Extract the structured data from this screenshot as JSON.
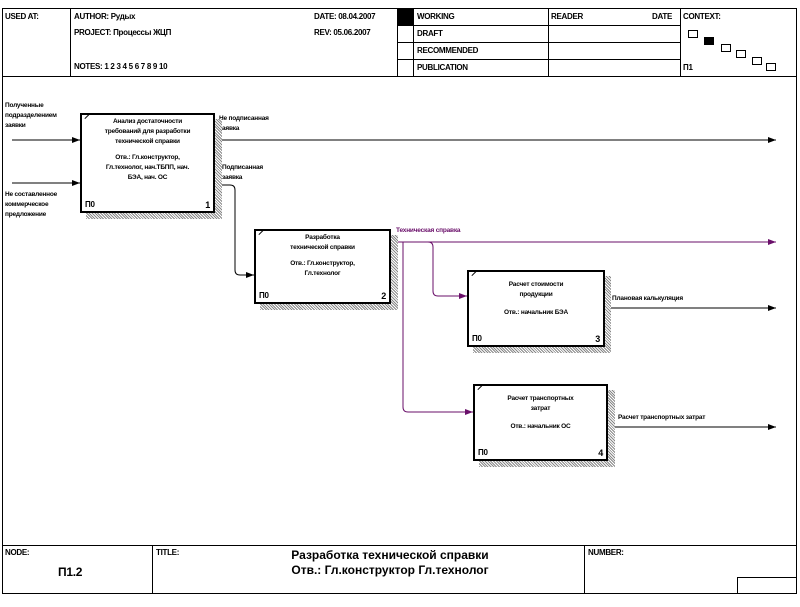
{
  "header": {
    "used_at": "USED AT:",
    "author": "AUTHOR:  Рудых",
    "project": "PROJECT:  Процессы ЖЦП",
    "notes": "NOTES:  1  2  3  4  5  6  7  8  9  10",
    "date": "DATE: 08.04.2007",
    "rev": "REV:  05.06.2007",
    "status": [
      "WORKING",
      "DRAFT",
      "RECOMMENDED",
      "PUBLICATION"
    ],
    "reader": "READER",
    "reader_date": "DATE",
    "context": "CONTEXT:",
    "context_node": "П1"
  },
  "boxes": [
    {
      "title": "Анализ достаточности требований для разработки технической справки",
      "resp": "Отв.: Гл.конструктор, Гл.технолог, нач.ТБПП, нач. БЭА, нач. ОС",
      "node": "П0",
      "num": "1"
    },
    {
      "title": "Разработка технической справки",
      "resp": "Отв.: Гл.конструктор, Гл.технолог",
      "node": "П0",
      "num": "2"
    },
    {
      "title": "Расчет стоимости продукции",
      "resp": "Отв.: начальник БЭА",
      "node": "П0",
      "num": "3"
    },
    {
      "title": "Расчет транспортных затрат",
      "resp": "Отв.: начальник ОС",
      "node": "П0",
      "num": "4"
    }
  ],
  "arrows": {
    "in1": "Полученные подразделением заявки",
    "in2": "Не составленное коммерческое предложение",
    "out_unsigned": "Не подписанная заявка",
    "out_signed": "Подписанная заявка",
    "tech_ref": "Техническая справка",
    "plan_calc": "Плановая калькуляция",
    "transport": "Расчет транспортных затрат"
  },
  "footer": {
    "node_label": "NODE:",
    "node": "П1.2",
    "title_label": "TITLE:",
    "title_line1": "Разработка технической справки",
    "title_line2": "Отв.: Гл.конструктор Гл.технолог",
    "number_label": "NUMBER:"
  },
  "colors": {
    "line": "#000000",
    "tech_ref": "#6a0f6a"
  }
}
